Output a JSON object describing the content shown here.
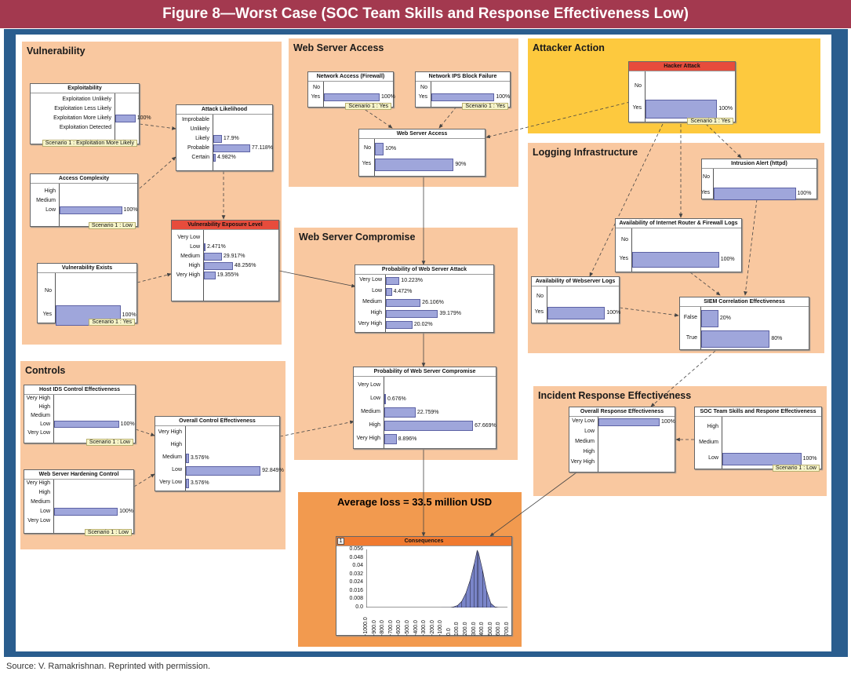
{
  "figure_title": "Figure 8—Worst Case (SOC Team Skills and Response Effectiveness Low)",
  "source": "Source:  V. Ramakrishnan. Reprinted with permission.",
  "panels": {
    "vulnerability": "Vulnerability",
    "web_server_access": "Web Server Access",
    "attacker_action": "Attacker Action",
    "logging_infrastructure": "Logging Infrastructure",
    "web_server_compromise": "Web Server Compromise",
    "controls": "Controls",
    "incident_response": "Incident Response Effectiveness"
  },
  "average_loss": "Average loss = 33.5 million  USD",
  "nodes": {
    "exploitability": {
      "title": "Exploitability",
      "states": [
        {
          "label": "Exploitation Unlikely",
          "pct": 0,
          "value": ""
        },
        {
          "label": "Exploitation Less Likely",
          "pct": 0,
          "value": ""
        },
        {
          "label": "Exploitation More Likely",
          "pct": 100,
          "value": "100%"
        },
        {
          "label": "Exploitation Detected",
          "pct": 0,
          "value": ""
        }
      ],
      "scenario": "Scenario 1 : Exploitation More Likely"
    },
    "attack_likelihood": {
      "title": "Attack Likelihood",
      "states": [
        {
          "label": "Improbable",
          "pct": 0,
          "value": ""
        },
        {
          "label": "Unlikely",
          "pct": 0,
          "value": ""
        },
        {
          "label": "Likely",
          "pct": 17.9,
          "value": "17.9%"
        },
        {
          "label": "Probable",
          "pct": 77.118,
          "value": "77.118%"
        },
        {
          "label": "Certain",
          "pct": 4.982,
          "value": "4.982%"
        }
      ]
    },
    "access_complexity": {
      "title": "Access Complexity",
      "states": [
        {
          "label": "High",
          "pct": 0,
          "value": ""
        },
        {
          "label": "Medium",
          "pct": 0,
          "value": ""
        },
        {
          "label": "Low",
          "pct": 100,
          "value": "100%"
        }
      ],
      "scenario": "Scenario 1 : Low"
    },
    "vulnerability_exposure": {
      "title": "Vulnerability Exposure Level",
      "states": [
        {
          "label": "Very Low",
          "pct": 0,
          "value": ""
        },
        {
          "label": "Low",
          "pct": 2.471,
          "value": "2.471%"
        },
        {
          "label": "Medium",
          "pct": 29.917,
          "value": "29.917%"
        },
        {
          "label": "High",
          "pct": 48.256,
          "value": "48.256%"
        },
        {
          "label": "Very High",
          "pct": 19.355,
          "value": "19.355%"
        }
      ]
    },
    "vulnerability_exists": {
      "title": "Vulnerability Exists",
      "states": [
        {
          "label": "No",
          "pct": 0,
          "value": ""
        },
        {
          "label": "Yes",
          "pct": 100,
          "value": "100%"
        }
      ],
      "scenario": "Scenario 1 : Yes"
    },
    "network_access": {
      "title": "Network Access (Firewall)",
      "states": [
        {
          "label": "No",
          "pct": 0,
          "value": ""
        },
        {
          "label": "Yes",
          "pct": 100,
          "value": "100%"
        }
      ],
      "scenario": "Scenario 1 : Yes"
    },
    "ips_block": {
      "title": "Network IPS Block Failure",
      "states": [
        {
          "label": "No",
          "pct": 0,
          "value": ""
        },
        {
          "label": "Yes",
          "pct": 100,
          "value": "100%"
        }
      ],
      "scenario": "Scenario 1 : Yes"
    },
    "web_server_access": {
      "title": "Web Server Access",
      "states": [
        {
          "label": "No",
          "pct": 10,
          "value": "10%"
        },
        {
          "label": "Yes",
          "pct": 90,
          "value": "90%"
        }
      ]
    },
    "hacker_attack": {
      "title": "Hacker Attack",
      "states": [
        {
          "label": "No",
          "pct": 0,
          "value": ""
        },
        {
          "label": "Yes",
          "pct": 100,
          "value": "100%"
        }
      ],
      "scenario": "Scenario 1 : Yes"
    },
    "intrusion_alert": {
      "title": "Intrusion Alert (httpd)",
      "states": [
        {
          "label": "No",
          "pct": 0,
          "value": ""
        },
        {
          "label": "Yes",
          "pct": 100,
          "value": "100%"
        }
      ]
    },
    "router_logs": {
      "title": "Availability of Internet Router  & Firewall Logs",
      "states": [
        {
          "label": "No",
          "pct": 0,
          "value": ""
        },
        {
          "label": "Yes",
          "pct": 100,
          "value": "100%"
        }
      ]
    },
    "webserver_logs": {
      "title": "Availability of Webserver Logs",
      "states": [
        {
          "label": "No",
          "pct": 0,
          "value": ""
        },
        {
          "label": "Yes",
          "pct": 100,
          "value": "100%"
        }
      ]
    },
    "siem": {
      "title": "SIEM Correlation Effectiveness",
      "states": [
        {
          "label": "False",
          "pct": 20,
          "value": "20%"
        },
        {
          "label": "True",
          "pct": 80,
          "value": "80%"
        }
      ]
    },
    "prob_attack": {
      "title": "Probability of Web Server Attack",
      "states": [
        {
          "label": "Very Low",
          "pct": 10.223,
          "value": "10.223%"
        },
        {
          "label": "Low",
          "pct": 4.472,
          "value": "4.472%"
        },
        {
          "label": "Medium",
          "pct": 26.106,
          "value": "26.106%"
        },
        {
          "label": "High",
          "pct": 39.179,
          "value": "39.179%"
        },
        {
          "label": "Very High",
          "pct": 20.02,
          "value": "20.02%"
        }
      ]
    },
    "prob_compromise": {
      "title": "Probability of Web Server Compromise",
      "states": [
        {
          "label": "Very Low",
          "pct": 0,
          "value": ""
        },
        {
          "label": "Low",
          "pct": 0.676,
          "value": "0.676%"
        },
        {
          "label": "Medium",
          "pct": 22.759,
          "value": "22.759%"
        },
        {
          "label": "High",
          "pct": 67.669,
          "value": "67.669%"
        },
        {
          "label": "Very High",
          "pct": 8.896,
          "value": "8.896%"
        }
      ]
    },
    "host_ids": {
      "title": "Host IDS Control Effectiveness",
      "states": [
        {
          "label": "Very High",
          "pct": 0,
          "value": ""
        },
        {
          "label": "High",
          "pct": 0,
          "value": ""
        },
        {
          "label": "Medium",
          "pct": 0,
          "value": ""
        },
        {
          "label": "Low",
          "pct": 100,
          "value": "100%"
        },
        {
          "label": "Very Low",
          "pct": 0,
          "value": ""
        }
      ],
      "scenario": "Scenario 1 : Low"
    },
    "overall_control": {
      "title": "Overall Control Effectiveness",
      "states": [
        {
          "label": "Very High",
          "pct": 0,
          "value": ""
        },
        {
          "label": "High",
          "pct": 0,
          "value": ""
        },
        {
          "label": "Medium",
          "pct": 3.576,
          "value": "3.576%"
        },
        {
          "label": "Low",
          "pct": 92.849,
          "value": "92.849%"
        },
        {
          "label": "Very Low",
          "pct": 3.576,
          "value": "3.576%"
        }
      ]
    },
    "hardening": {
      "title": "Web Server Hardening Control",
      "states": [
        {
          "label": "Very High",
          "pct": 0,
          "value": ""
        },
        {
          "label": "High",
          "pct": 0,
          "value": ""
        },
        {
          "label": "Medium",
          "pct": 0,
          "value": ""
        },
        {
          "label": "Low",
          "pct": 100,
          "value": "100%"
        },
        {
          "label": "Very Low",
          "pct": 0,
          "value": ""
        }
      ],
      "scenario": "Scenario 1 : Low"
    },
    "overall_response": {
      "title": "Overall Response  Effectiveness",
      "states": [
        {
          "label": "Very Low",
          "pct": 100,
          "value": "100%"
        },
        {
          "label": "Low",
          "pct": 0,
          "value": ""
        },
        {
          "label": "Medium",
          "pct": 0,
          "value": ""
        },
        {
          "label": "High",
          "pct": 0,
          "value": ""
        },
        {
          "label": "Very High",
          "pct": 0,
          "value": ""
        }
      ]
    },
    "soc_skills": {
      "title": "SOC Team Skills and Respone Effectiveness",
      "states": [
        {
          "label": "High",
          "pct": 0,
          "value": ""
        },
        {
          "label": "Medium",
          "pct": 0,
          "value": ""
        },
        {
          "label": "Low",
          "pct": 100,
          "value": "100%"
        }
      ],
      "scenario": "Scenario 1 : Low"
    }
  },
  "consequences": {
    "title": "Consequences",
    "badge": "1",
    "y_ticks": [
      "0.056",
      "0.048",
      "0.04",
      "0.032",
      "0.024",
      "0.016",
      "0.008",
      "0.0"
    ],
    "x_ticks": [
      "-1000.0",
      "-900.0",
      "-800.0",
      "-700.0",
      "-600.0",
      "-500.0",
      "-400.0",
      "-300.0",
      "-200.0",
      "-100.0",
      "0.0",
      "100.0",
      "200.0",
      "300.0",
      "400.0",
      "500.0",
      "600.0",
      "700.0"
    ]
  },
  "chart_data": {
    "type": "area",
    "title": "Consequences",
    "ylim": [
      0,
      0.056
    ],
    "xlim": [
      -1000,
      700
    ],
    "x": [
      -100,
      -50,
      0,
      50,
      100,
      150,
      200,
      250,
      300,
      335,
      350,
      400,
      450,
      500,
      550,
      600
    ],
    "y": [
      0,
      0,
      0,
      0.0005,
      0.002,
      0.006,
      0.014,
      0.026,
      0.042,
      0.055,
      0.053,
      0.036,
      0.016,
      0.004,
      0.0005,
      0
    ]
  },
  "colors": {
    "banner": "#a3394f",
    "frame": "#2a5d8e",
    "panel": "#f9c8a0",
    "attacker": "#fdc93e",
    "loss": "#f29a4f",
    "bar": "#9fa6db",
    "title_red": "#e74c3c"
  }
}
